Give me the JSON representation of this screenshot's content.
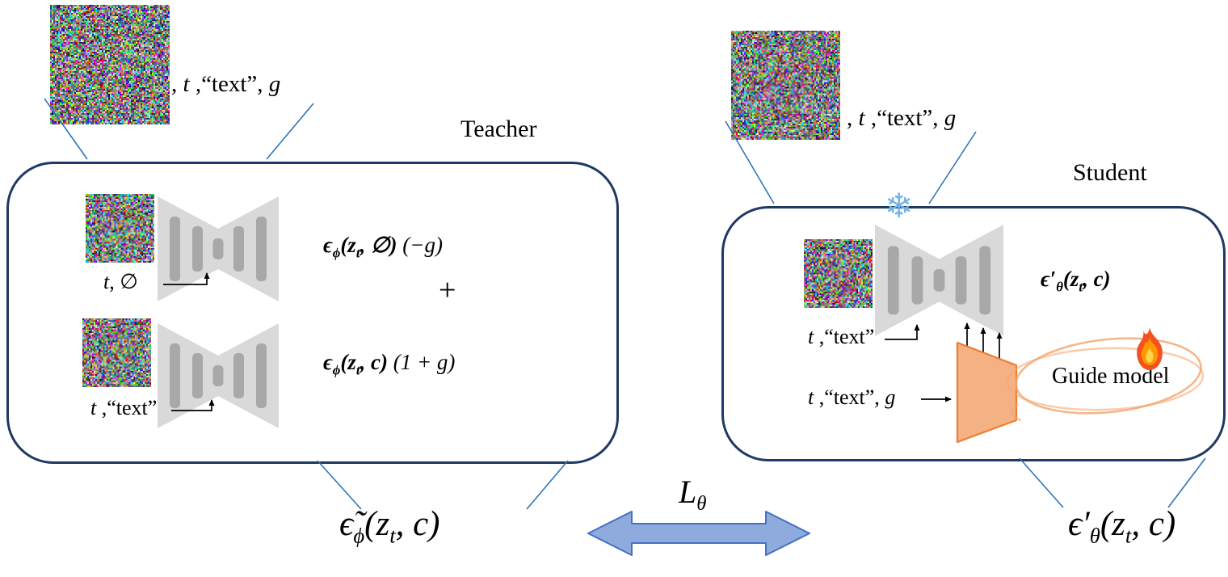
{
  "colors": {
    "box_border": "#1f3864",
    "callout": "#2e75b6",
    "unet_fill": "#d9d9d9",
    "unet_bar": "#a8a8a8",
    "arrow_fill": "#8faadc",
    "arrow_stroke": "#4472c4",
    "guide_fill": "#f4b183",
    "guide_stroke": "#ed7d31",
    "sketch": "#f2a56d",
    "snowflake": "#6fb3e8"
  },
  "teacher": {
    "title": "Teacher",
    "input_args_html": ", <i>t</i> ,&ldquo;text&rdquo;,  <i>g</i>",
    "uncond_inputs_html": "<i>t</i>,  &empty;",
    "uncond_formula_html": "<b>&#1013;<sub>&#981;</sub>(z<sub>t</sub>, &empty;)</b> (&minus;g)",
    "plus": "+",
    "cond_inputs_html": "<i>t</i> ,&ldquo;text&rdquo;",
    "cond_formula_html": "<b>&#1013;<sub>&#981;</sub>(z<sub>t</sub>, c)</b>  (1 + g)",
    "output_formula_html": "&#1013;&#771;<sub>&#981;</sub>(z<sub>t</sub>, c)"
  },
  "student": {
    "title": "Student",
    "input_args_html": ", <i>t</i> ,&ldquo;text&rdquo;,  <i>g</i>",
    "cond_inputs_html": "<i>t</i> ,&ldquo;text&rdquo;",
    "formula_html": "<b>&#1013;&prime;<sub>&theta;</sub>(z<sub>t</sub>, c)</b>",
    "guide_inputs_html": "<i>t</i> ,&ldquo;text&rdquo;, <i>g</i>",
    "guide_label": "Guide model",
    "output_formula_html": "&#1013;&prime;<sub>&theta;</sub>(z<sub>t</sub>, c)",
    "frozen_icon": "❄"
  },
  "loss": {
    "label_html": "L<sub>&theta;</sub>"
  }
}
